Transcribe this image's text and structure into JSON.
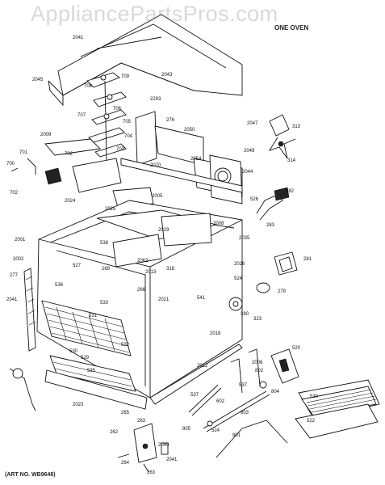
{
  "watermark": "AppliancePartsPros.com",
  "diagram_title": "ONE OVEN",
  "art_number": "(ART NO. WB9648)",
  "part_labels": [
    {
      "id": "2041",
      "text": "2041"
    },
    {
      "id": "2045",
      "text": "2045"
    },
    {
      "id": "2043",
      "text": "2043"
    },
    {
      "id": "709",
      "text": "709"
    },
    {
      "id": "708",
      "text": "708"
    },
    {
      "id": "707",
      "text": "707"
    },
    {
      "id": "706",
      "text": "706"
    },
    {
      "id": "705",
      "text": "705"
    },
    {
      "id": "704",
      "text": "704"
    },
    {
      "id": "703",
      "text": "703"
    },
    {
      "id": "702a",
      "text": "702"
    },
    {
      "id": "701",
      "text": "701"
    },
    {
      "id": "700",
      "text": "700"
    },
    {
      "id": "702b",
      "text": "702"
    },
    {
      "id": "2009",
      "text": "2009"
    },
    {
      "id": "2024",
      "text": "2024"
    },
    {
      "id": "2025",
      "text": "2025"
    },
    {
      "id": "2005",
      "text": "2005"
    },
    {
      "id": "2293",
      "text": "2293"
    },
    {
      "id": "276",
      "text": "276"
    },
    {
      "id": "2050",
      "text": "2050"
    },
    {
      "id": "2054",
      "text": "2054"
    },
    {
      "id": "2070",
      "text": "2070"
    },
    {
      "id": "2047",
      "text": "2047"
    },
    {
      "id": "313",
      "text": "313"
    },
    {
      "id": "2049",
      "text": "2049"
    },
    {
      "id": "314",
      "text": "314"
    },
    {
      "id": "2044",
      "text": "2044"
    },
    {
      "id": "282",
      "text": "282"
    },
    {
      "id": "526",
      "text": "526"
    },
    {
      "id": "283",
      "text": "283"
    },
    {
      "id": "2008",
      "text": "2008"
    },
    {
      "id": "2035",
      "text": "2035"
    },
    {
      "id": "2001",
      "text": "2001"
    },
    {
      "id": "2002",
      "text": "2002"
    },
    {
      "id": "527",
      "text": "527"
    },
    {
      "id": "277",
      "text": "277"
    },
    {
      "id": "2041b",
      "text": "2041"
    },
    {
      "id": "538",
      "text": "538"
    },
    {
      "id": "2029",
      "text": "2029"
    },
    {
      "id": "2062",
      "text": "2062"
    },
    {
      "id": "269",
      "text": "269"
    },
    {
      "id": "2013",
      "text": "2013"
    },
    {
      "id": "318",
      "text": "318"
    },
    {
      "id": "266",
      "text": "266"
    },
    {
      "id": "2021",
      "text": "2021"
    },
    {
      "id": "541",
      "text": "541"
    },
    {
      "id": "2026",
      "text": "2026"
    },
    {
      "id": "281",
      "text": "281"
    },
    {
      "id": "524",
      "text": "524"
    },
    {
      "id": "279",
      "text": "279"
    },
    {
      "id": "280",
      "text": "280"
    },
    {
      "id": "323",
      "text": "323"
    },
    {
      "id": "536",
      "text": "536"
    },
    {
      "id": "531",
      "text": "531"
    },
    {
      "id": "532",
      "text": "532"
    },
    {
      "id": "533",
      "text": "533"
    },
    {
      "id": "2012",
      "text": "2012"
    },
    {
      "id": "2018",
      "text": "2018"
    },
    {
      "id": "530",
      "text": "530"
    },
    {
      "id": "529",
      "text": "529"
    },
    {
      "id": "535",
      "text": "535"
    },
    {
      "id": "2023",
      "text": "2023"
    },
    {
      "id": "2006",
      "text": "2006"
    },
    {
      "id": "802",
      "text": "802"
    },
    {
      "id": "520",
      "text": "520"
    },
    {
      "id": "537",
      "text": "537"
    },
    {
      "id": "537b",
      "text": "537"
    },
    {
      "id": "804",
      "text": "804"
    },
    {
      "id": "602",
      "text": "602"
    },
    {
      "id": "803",
      "text": "803"
    },
    {
      "id": "805",
      "text": "805"
    },
    {
      "id": "801",
      "text": "801"
    },
    {
      "id": "524b",
      "text": "524"
    },
    {
      "id": "265",
      "text": "265"
    },
    {
      "id": "263",
      "text": "263"
    },
    {
      "id": "262",
      "text": "262"
    },
    {
      "id": "2040",
      "text": "2040"
    },
    {
      "id": "2041c",
      "text": "2041"
    },
    {
      "id": "264",
      "text": "264"
    },
    {
      "id": "263b",
      "text": "263"
    },
    {
      "id": "522",
      "text": "522"
    },
    {
      "id": "530b",
      "text": "530"
    }
  ]
}
